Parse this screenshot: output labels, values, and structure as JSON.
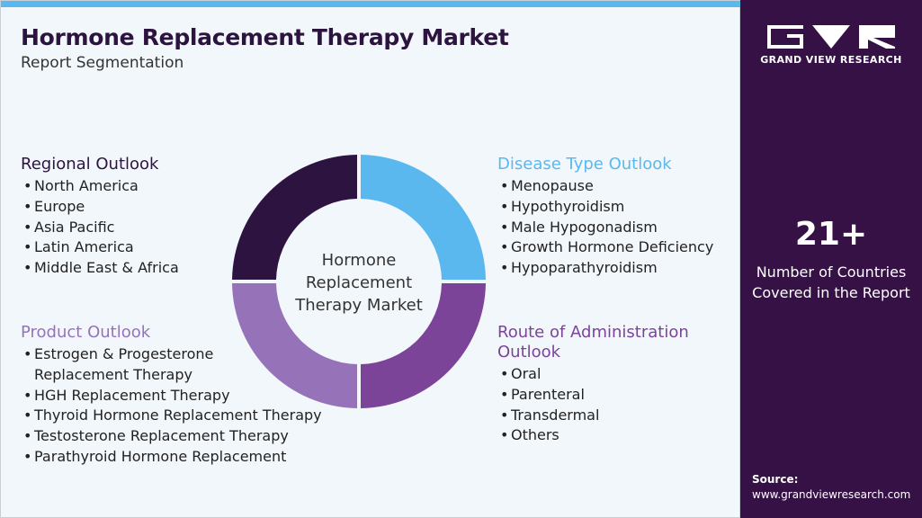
{
  "header": {
    "title": "Hormone Replacement Therapy Market",
    "subtitle": "Report Segmentation"
  },
  "center_label": [
    "Hormone",
    "Replacement",
    "Therapy Market"
  ],
  "segments": {
    "regional": {
      "title": "Regional Outlook",
      "items": [
        "North America",
        "Europe",
        "Asia Pacific",
        "Latin America",
        "Middle East & Africa"
      ]
    },
    "product": {
      "title": "Product Outlook",
      "items": [
        [
          "Estrogen & Progesterone",
          "Replacement Therapy"
        ],
        [
          "HGH Replacement Therapy"
        ],
        [
          "Thyroid Hormone Replacement Therapy"
        ],
        [
          "Testosterone Replacement Therapy"
        ],
        [
          "Parathyroid Hormone Replacement"
        ]
      ]
    },
    "disease": {
      "title": "Disease Type Outlook",
      "items": [
        "Menopause",
        "Hypothyroidism",
        "Male Hypogonadism",
        "Growth Hormone Deficiency",
        "Hypoparathyroidism"
      ]
    },
    "route": {
      "title": "Route of Administration Outlook",
      "items": [
        "Oral",
        "Parenteral",
        "Transdermal",
        "Others"
      ]
    }
  },
  "donut_colors": {
    "top_right": "#5ab8ee",
    "bottom_right": "#7b4499",
    "bottom_left": "#9673b9",
    "top_left": "#2d1440"
  },
  "sidebar": {
    "logo_text": "GRAND VIEW RESEARCH",
    "stat_value": "21+",
    "stat_label": [
      "Number of Countries",
      "Covered in the Report"
    ],
    "source_label": "Source:",
    "source_url": "www.grandviewresearch.com"
  }
}
